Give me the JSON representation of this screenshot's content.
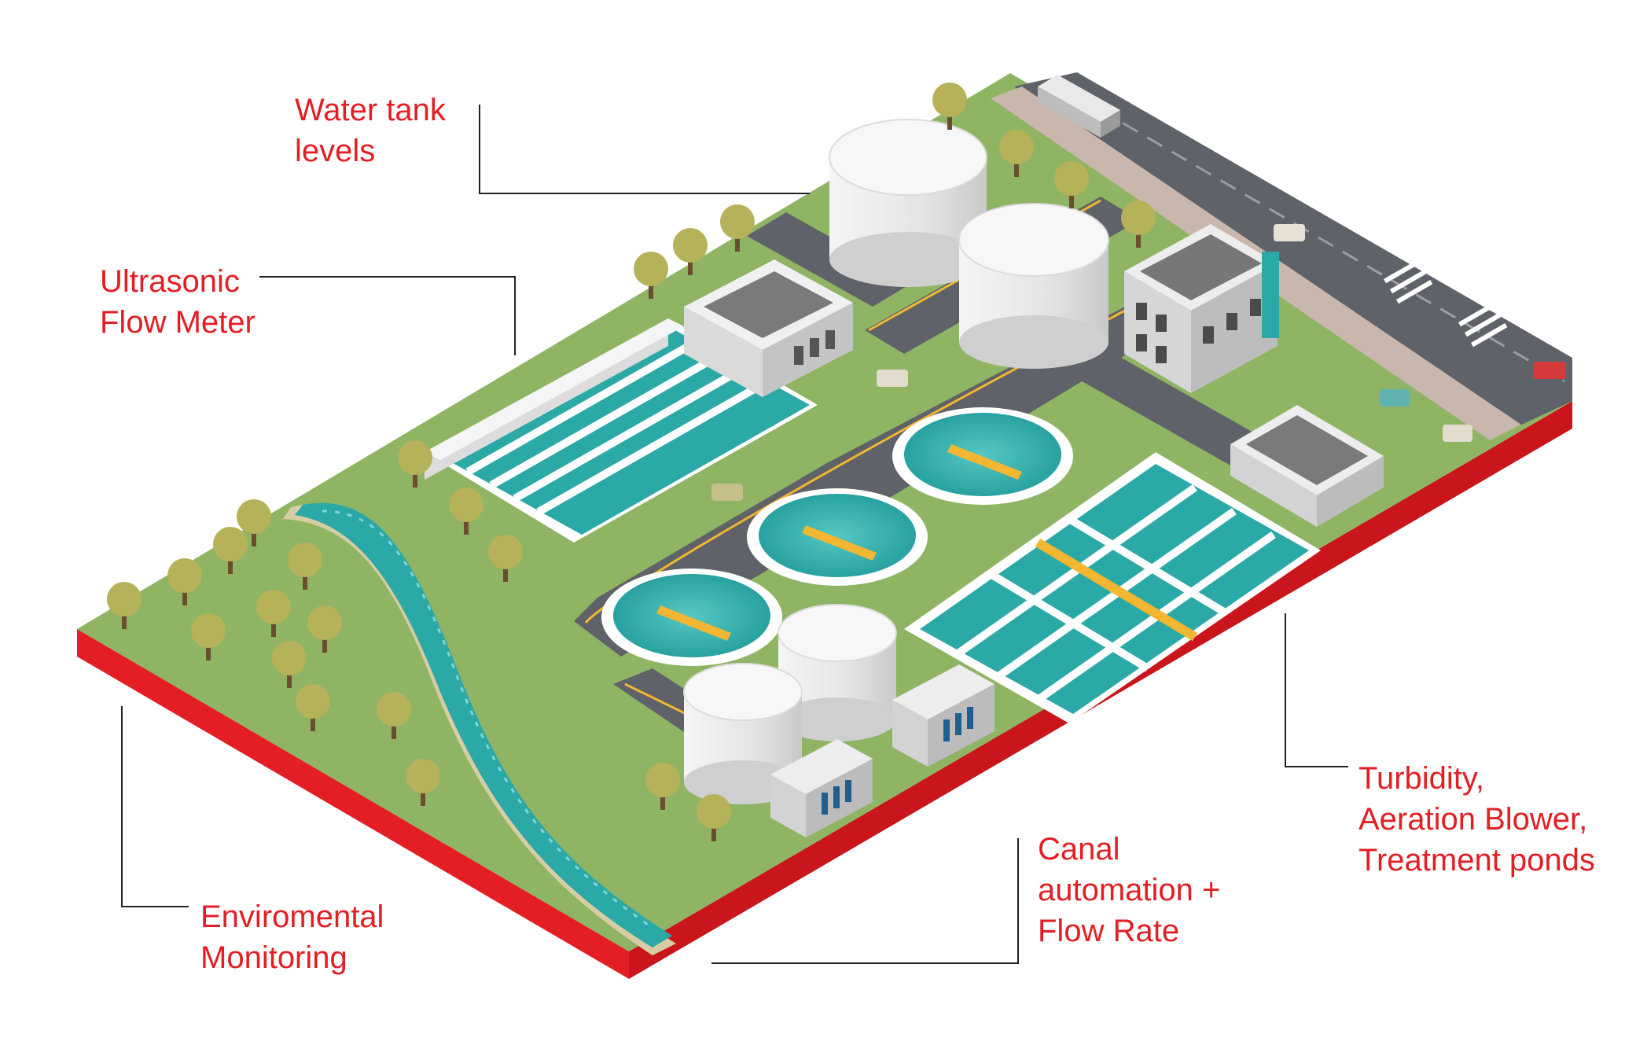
{
  "callouts": {
    "water_tank": {
      "lines": [
        "Water tank",
        "levels"
      ]
    },
    "ultrasonic": {
      "lines": [
        "Ultrasonic",
        "Flow Meter"
      ]
    },
    "turbidity": {
      "lines": [
        "Turbidity,",
        "Aeration Blower,",
        "Treatment ponds"
      ]
    },
    "canal": {
      "lines": [
        "Canal",
        "automation +",
        "Flow Rate"
      ]
    },
    "environmental": {
      "lines": [
        "Enviromental",
        "Monitoring"
      ]
    }
  },
  "colors": {
    "accent_red": "#e31e24",
    "grass": "#8eb464",
    "road": "#5f6268",
    "water": "#2aa9a7",
    "tank_white": "#ececec",
    "leader_line": "#222222",
    "yellow_marking": "#f2b632"
  }
}
